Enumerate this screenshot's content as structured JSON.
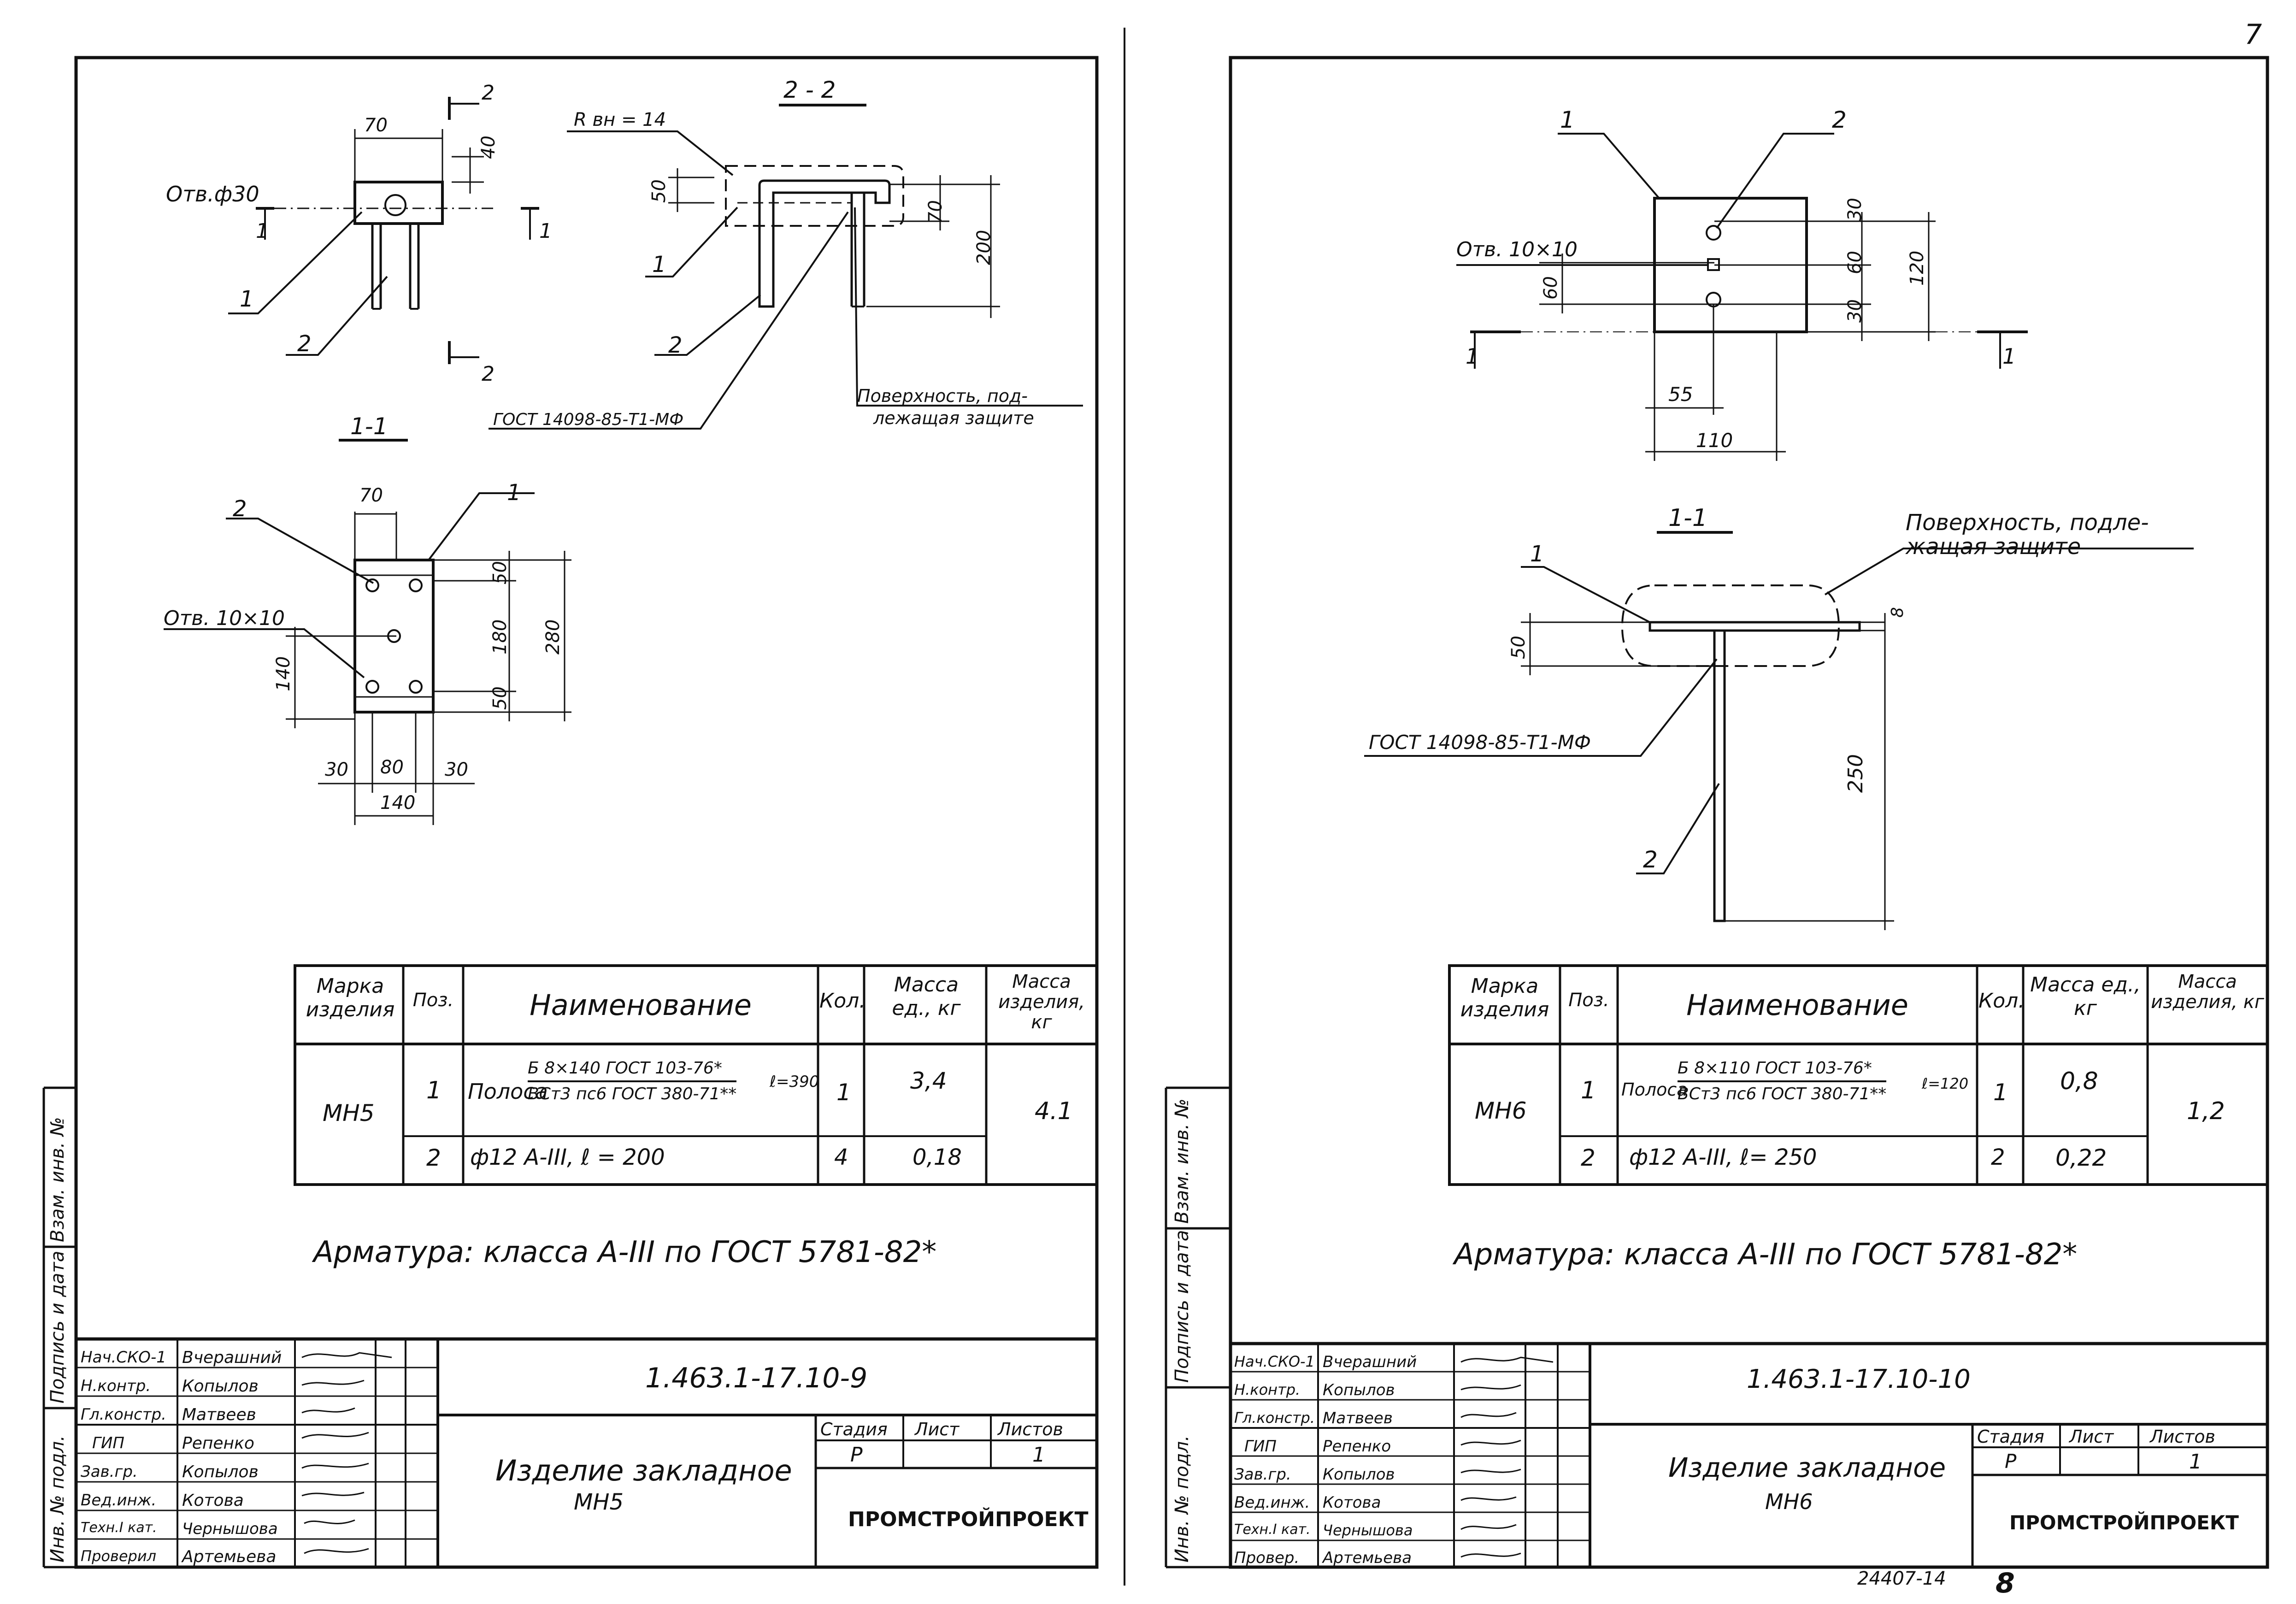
{
  "page": {
    "page_number": "7",
    "bottom_number": "8",
    "archive_code": "24407-14"
  },
  "left_sheet": {
    "views": {
      "section_2_2_title": "2 - 2",
      "section_1_1_title": "1-1",
      "cut_2_label": "2",
      "cut_1_label": "1",
      "hole_round_label": "Отв.ф30",
      "hole_square_label": "Отв. 10×10",
      "radius_label": "R вн = 14",
      "weld_label": "ГОСТ 14098-85-Т1-МФ",
      "surface_note_line1": "Поверхность, под-",
      "surface_note_line2": "лежащая защите",
      "pos1": "1",
      "pos2": "2",
      "dims": {
        "top_70": "70",
        "top_40": "40",
        "s22_50": "50",
        "s22_70": "70",
        "s22_200": "200",
        "s11_70": "70",
        "s11_50a": "50",
        "s11_180": "180",
        "s11_280": "280",
        "s11_50b": "50",
        "s11_140v": "140",
        "s11_30a": "30",
        "s11_80": "80",
        "s11_30b": "30",
        "s11_140h": "140"
      }
    },
    "spec": {
      "headers": [
        "Марка изделия",
        "Поз.",
        "Наименование",
        "Кол.",
        "Масса ед., кг",
        "Масса изделия, кг"
      ],
      "mark": "МН5",
      "rows": [
        {
          "pos": "1",
          "name_prefix": "Полоса",
          "name_num": "Б 8×140 ГОСТ 103-76*",
          "name_den": "ВСт3 пс6 ГОСТ 380-71**",
          "name_suffix": "ℓ=390",
          "qty": "1",
          "unit_mass": "3,4"
        },
        {
          "pos": "2",
          "name_text": "ф12 А-III,  ℓ = 200",
          "qty": "4",
          "unit_mass": "0,18"
        }
      ],
      "total_mass": "4.1"
    },
    "armature_note": "Арматура: класса А-III по ГОСТ 5781-82*",
    "title_block": {
      "roles": [
        "Нач.СКО-1",
        "Н.контр.",
        "Гл.констр.",
        "ГИП",
        "Зав.гр.",
        "Вед.инж.",
        "Техн.I кат.",
        "Проверил"
      ],
      "names": [
        "Вчерашний",
        "Копылов",
        "Матвеев",
        "Репенко",
        "Копылов",
        "Котова",
        "Чернышова",
        "Артемьева"
      ],
      "code": "1.463.1-17.10-9",
      "title_line1": "Изделие закладное",
      "title_line2": "МН5",
      "stage_header": "Стадия",
      "sheet_header": "Лист",
      "sheets_header": "Листов",
      "stage_value": "Р",
      "sheets_value": "1",
      "org": "ПРОМСТРОЙПРОЕКТ"
    },
    "side_stamps": [
      "Инв. № подл.",
      "Подпись и дата",
      "Взам. инв. №"
    ]
  },
  "right_sheet": {
    "views": {
      "section_1_1_title": "1-1",
      "cut_1_label": "1",
      "hole_square_label": "Отв. 10×10",
      "weld_label": "ГОСТ 14098-85-Т1-МФ",
      "surface_note_line1": "Поверхность, подле-",
      "surface_note_line2": "жащая защите",
      "pos1": "1",
      "pos2": "2",
      "dims": {
        "d30a": "30",
        "d60": "60",
        "d30b": "30",
        "d120": "120",
        "d60_left": "60",
        "d55": "55",
        "d110": "110",
        "d50": "50",
        "d8": "8",
        "d250": "250"
      }
    },
    "spec": {
      "headers": [
        "Марка изделия",
        "Поз.",
        "Наименование",
        "Кол.",
        "Масса ед., кг",
        "Масса изделия, кг"
      ],
      "mark": "МН6",
      "rows": [
        {
          "pos": "1",
          "name_prefix": "Полоса",
          "name_num": "Б 8×110 ГОСТ 103-76*",
          "name_den": "ВСт3 пс6 ГОСТ 380-71**",
          "name_suffix": "ℓ=120",
          "qty": "1",
          "unit_mass": "0,8"
        },
        {
          "pos": "2",
          "name_text": "ф12 А-III,  ℓ= 250",
          "qty": "2",
          "unit_mass": "0,22"
        }
      ],
      "total_mass": "1,2"
    },
    "armature_note": "Арматура: класса А-III по ГОСТ 5781-82*",
    "title_block": {
      "roles": [
        "Нач.СКО-1",
        "Н.контр.",
        "Гл.констр.",
        "ГИП",
        "Зав.гр.",
        "Вед.инж.",
        "Техн.I кат.",
        "Провер."
      ],
      "names": [
        "Вчерашний",
        "Копылов",
        "Матвеев",
        "Репенко",
        "Копылов",
        "Котова",
        "Чернышова",
        "Артемьева"
      ],
      "code": "1.463.1-17.10-10",
      "title_line1": "Изделие закладное",
      "title_line2": "МН6",
      "stage_header": "Стадия",
      "sheet_header": "Лист",
      "sheets_header": "Листов",
      "stage_value": "Р",
      "sheets_value": "1",
      "org": "ПРОМСТРОЙПРОЕКТ"
    },
    "side_stamps": [
      "Инв. № подл.",
      "Подпись и дата",
      "Взам. инв. №"
    ]
  }
}
